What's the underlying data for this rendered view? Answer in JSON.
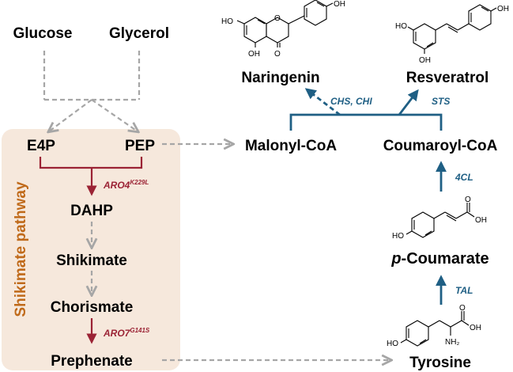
{
  "nodes": {
    "glucose": "Glucose",
    "glycerol": "Glycerol",
    "e4p": "E4P",
    "pep": "PEP",
    "dahp": "DAHP",
    "shikimate": "Shikimate",
    "chorismate": "Chorismate",
    "prephenate": "Prephenate",
    "malonyl_coa": "Malonyl-CoA",
    "coumaroyl_coa": "Coumaroyl-CoA",
    "p_prefix": "p",
    "p_coumarate_rest": "-Coumarate",
    "tyrosine": "Tyrosine",
    "naringenin": "Naringenin",
    "resveratrol": "Resveratrol"
  },
  "enzymes": {
    "aro4_name": "ARO4",
    "aro4_mut": "K229L",
    "aro7_name": "ARO7",
    "aro7_mut": "G141S",
    "chs_chi": "CHS, CHI",
    "sts": "STS",
    "fourcl": "4CL",
    "tal": "TAL"
  },
  "pathway_box": {
    "label": "Shikimate pathway"
  },
  "structure_labels": {
    "ho": "HO",
    "oh": "OH",
    "o": "O",
    "nh2": "NH₂"
  },
  "colors": {
    "red_arrow": "#9b2335",
    "blue_arrow": "#1f5f84",
    "gray_arrow": "#a6a6a6",
    "box_fill": "#f6e8dc",
    "pathway_label": "#c06a1a"
  }
}
